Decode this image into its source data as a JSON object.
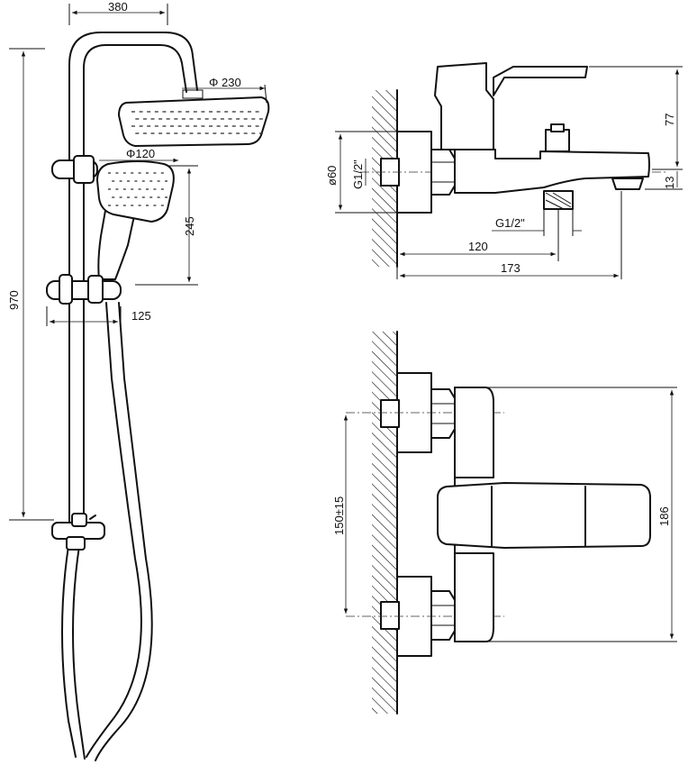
{
  "dimensions": {
    "rail_width": "380",
    "overhead_diameter": "Φ 230",
    "hand_diameter": "Φ120",
    "hand_height": "245",
    "slider_offset": "125",
    "total_height": "970",
    "flange_diameter": "ø60",
    "inlet_thread": "G1/2\"",
    "spout_thread": "G1/2\"",
    "spout_distance": "120",
    "spout_length": "173",
    "body_height": "77",
    "spout_height": "13",
    "inlet_spacing": "150±15",
    "body_depth": "186"
  },
  "colors": {
    "line": "#111111",
    "background": "#ffffff"
  },
  "icons": [
    "hatch-wall",
    "nut-hex",
    "shower-head",
    "hand-shower",
    "mixer-body"
  ]
}
